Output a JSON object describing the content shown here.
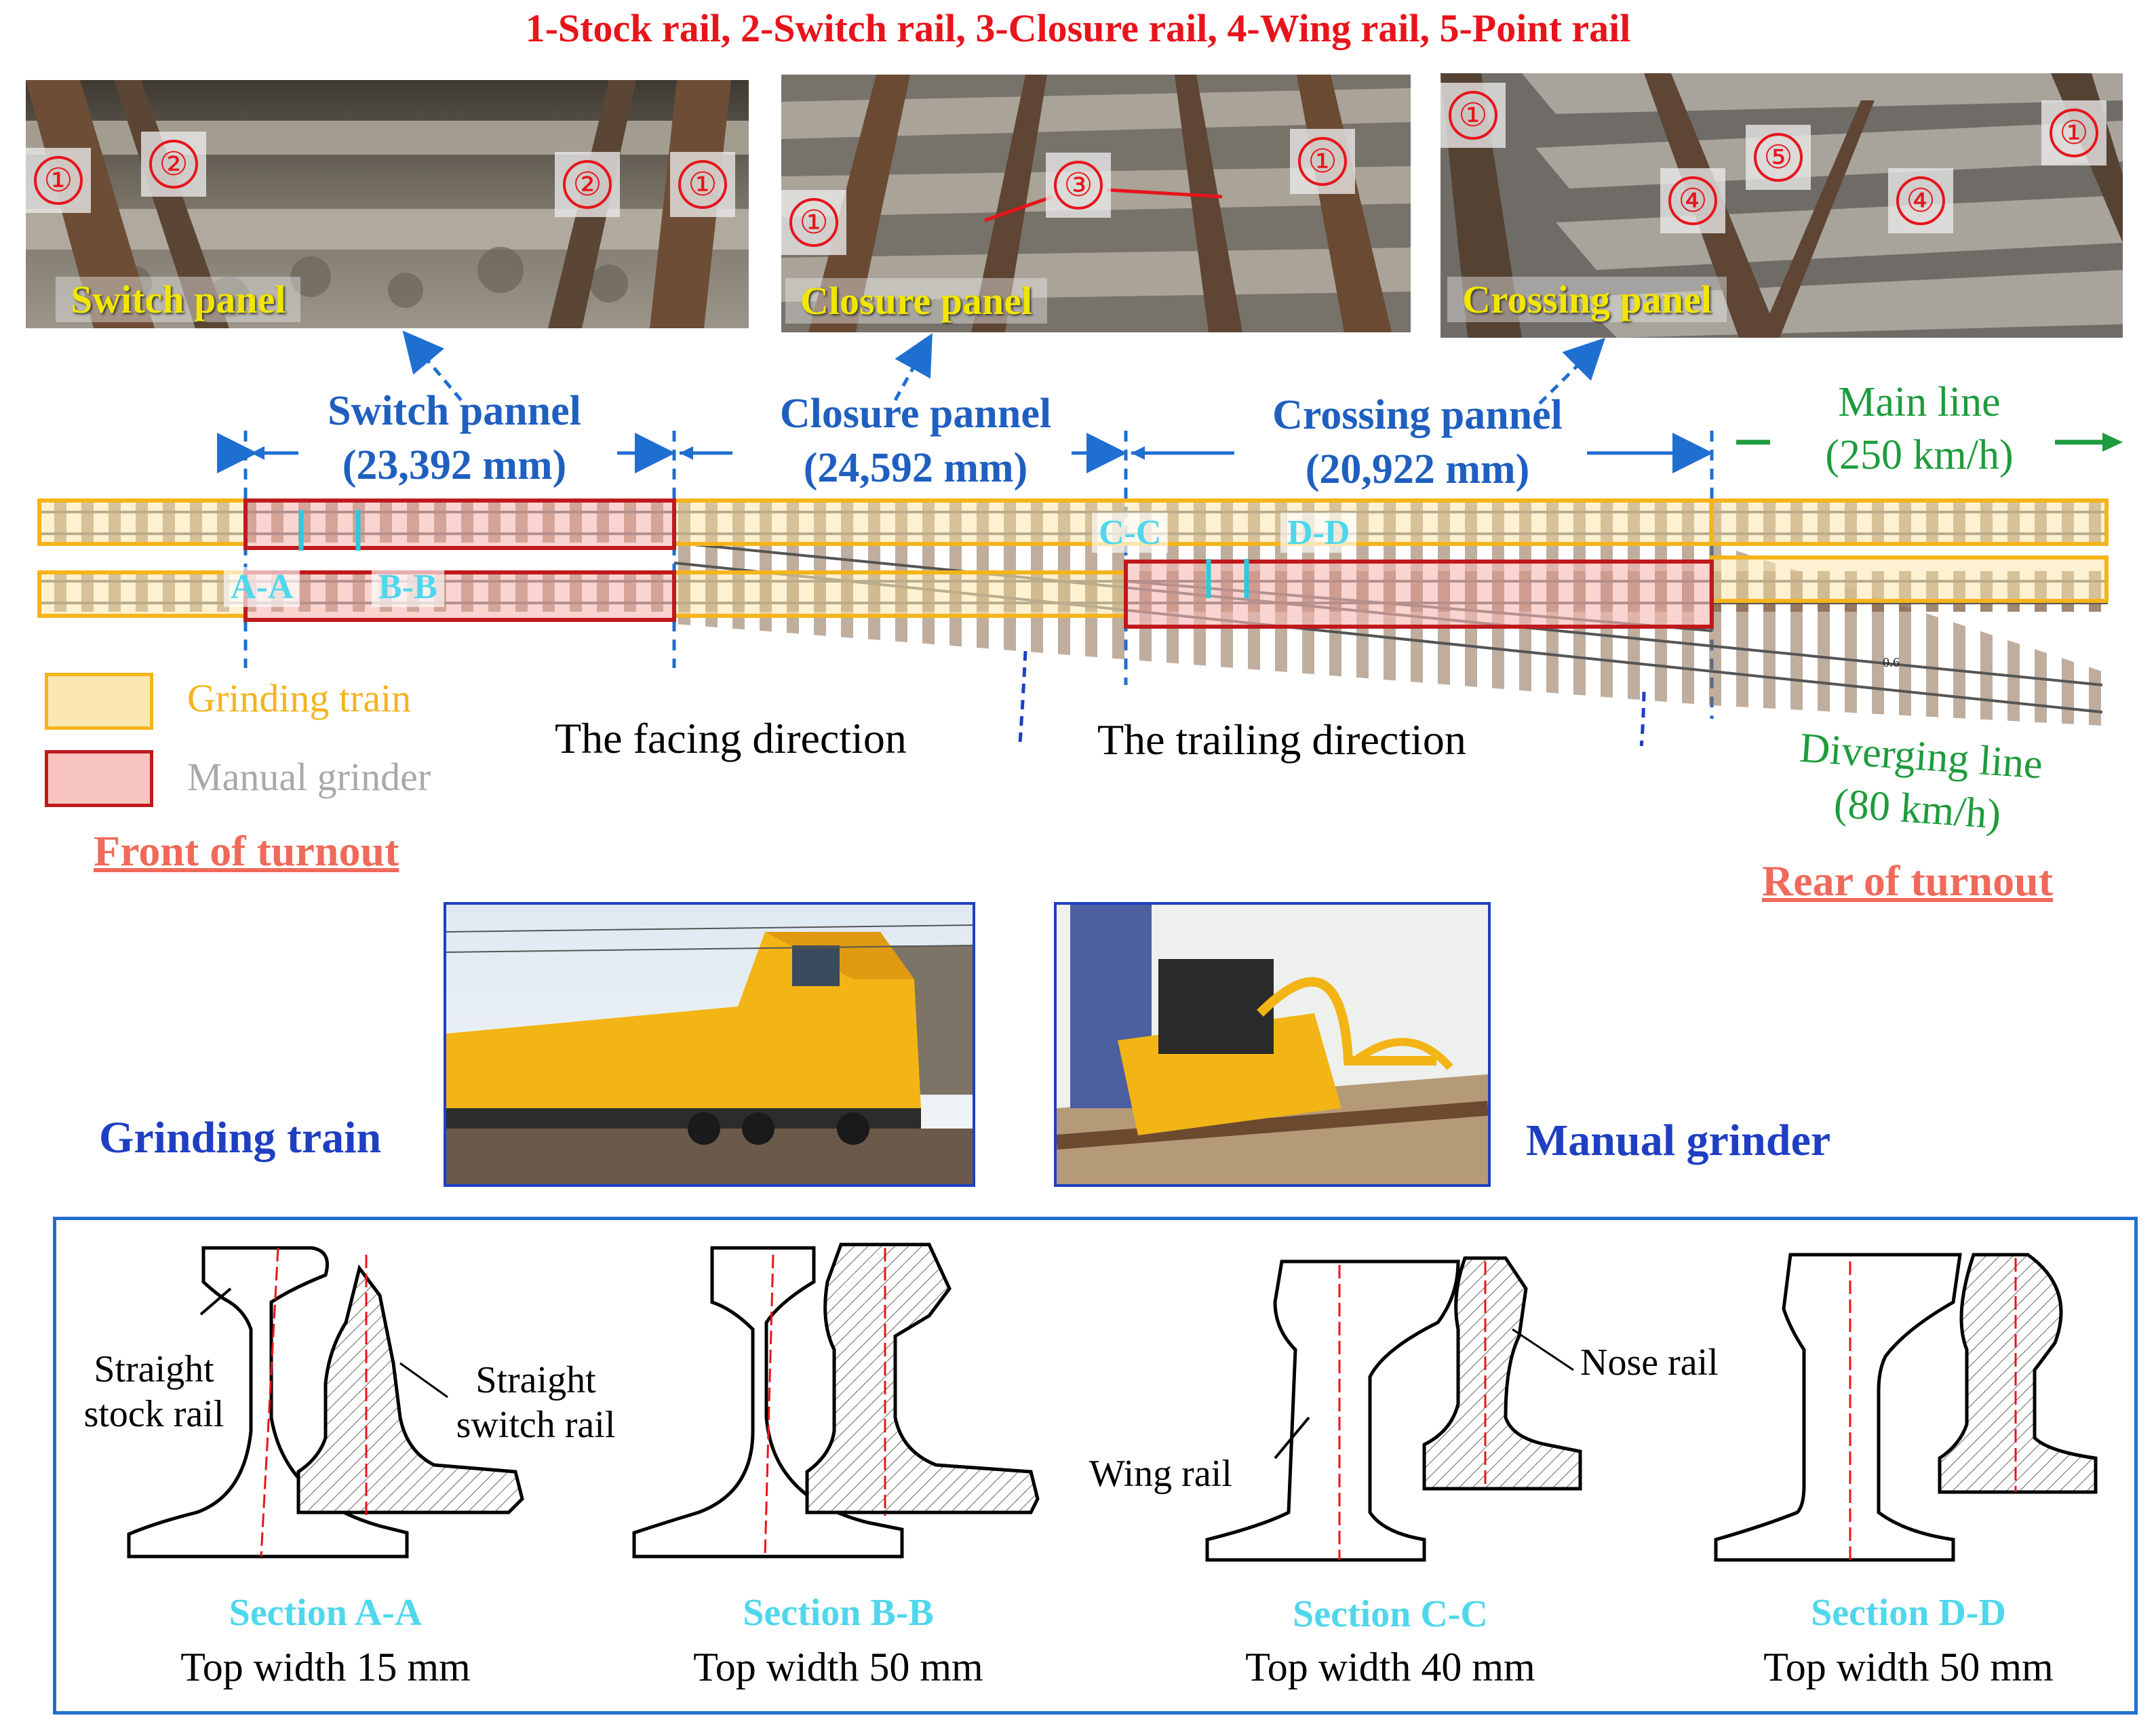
{
  "legend_title": "1-Stock rail, 2-Switch rail, 3-Closure rail, 4-Wing rail, 5-Point rail",
  "photos": {
    "switch": {
      "caption": "Switch panel",
      "badges": [
        "①",
        "②",
        "②",
        "①"
      ]
    },
    "closure": {
      "caption": "Closure panel",
      "badges": [
        "①",
        "③",
        "①"
      ]
    },
    "crossing": {
      "caption": "Crossing panel",
      "badges": [
        "①",
        "⑤",
        "①",
        "④",
        "④"
      ]
    }
  },
  "pannels": {
    "switch": {
      "name": "Switch pannel",
      "length": "(23,392 mm)"
    },
    "closure": {
      "name": "Closure pannel",
      "length": "(24,592 mm)"
    },
    "crossing": {
      "name": "Crossing pannel",
      "length": "(20,922 mm)"
    }
  },
  "lines": {
    "main": {
      "name": "Main line",
      "speed": "(250 km/h)"
    },
    "diverging": {
      "name": "Diverging line",
      "speed": "(80 km/h)"
    }
  },
  "section_tags": [
    "A-A",
    "B-B",
    "C-C",
    "D-D"
  ],
  "small_mark": "0.6",
  "legend": {
    "grinding_train": "Grinding train",
    "manual_grinder": "Manual grinder",
    "colors": {
      "grinding_train": "#f4b41a",
      "manual_grinder": "#c0191c"
    }
  },
  "directions": {
    "facing": "The facing direction",
    "trailing": "The trailing direction"
  },
  "ends": {
    "front": "Front of turnout",
    "rear": "Rear of turnout"
  },
  "machines": {
    "train": "Grinding train",
    "grinder": "Manual grinder"
  },
  "sections": [
    {
      "title": "Section A-A",
      "width": "Top width 15 mm",
      "labels": [
        "Straight stock rail",
        "Straight switch rail"
      ]
    },
    {
      "title": "Section B-B",
      "width": "Top width 50 mm",
      "labels": []
    },
    {
      "title": "Section C-C",
      "width": "Top width 40 mm",
      "labels": [
        "Nose rail",
        "Wing rail"
      ]
    },
    {
      "title": "Section D-D",
      "width": "Top width 50 mm",
      "labels": []
    }
  ]
}
